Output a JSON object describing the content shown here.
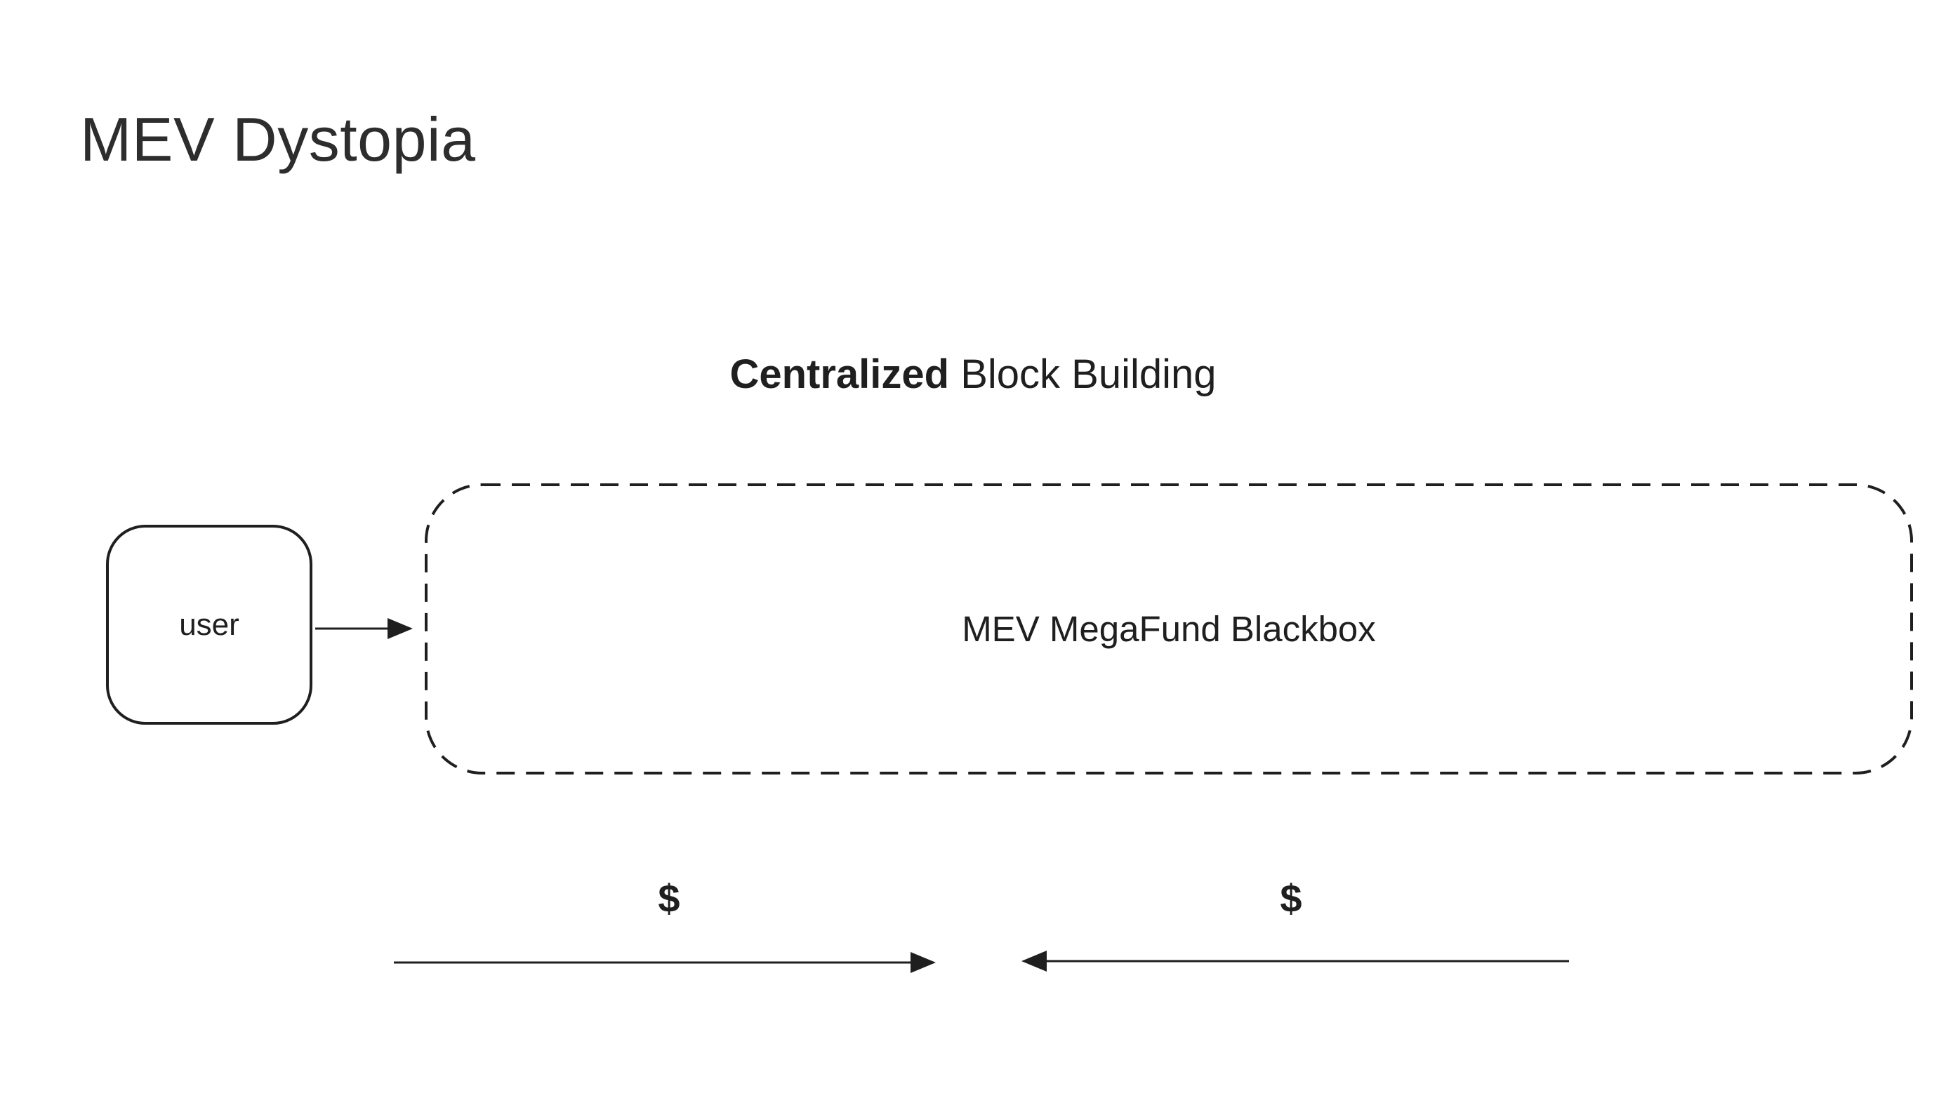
{
  "page": {
    "title": "MEV Dystopia"
  },
  "diagram": {
    "subtitle": {
      "bold": "Centralized",
      "rest": " Block Building"
    },
    "user_box": {
      "label": "user"
    },
    "blackbox": {
      "label": "MEV MegaFund Blackbox"
    },
    "flows": {
      "left_dollar": "$",
      "right_dollar": "$"
    }
  },
  "colors": {
    "background": "#ffffff",
    "ink": "#1f1f1f"
  }
}
